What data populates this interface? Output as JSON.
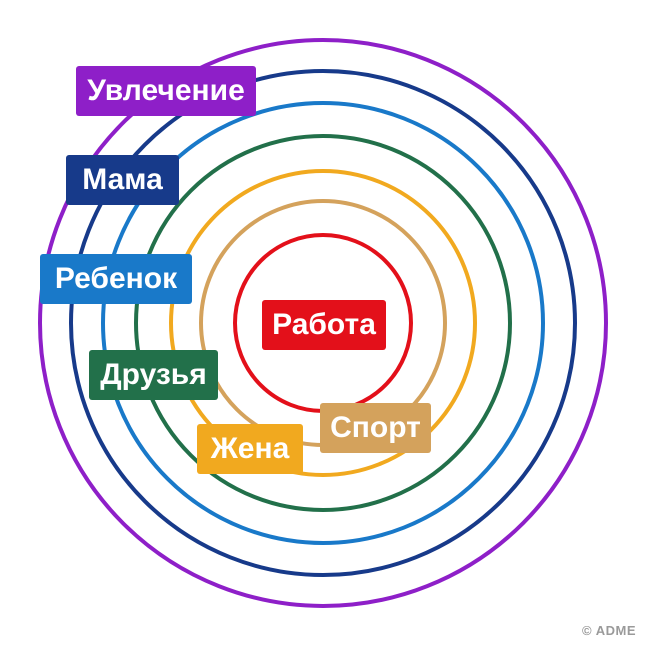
{
  "rings": [
    {
      "name": "ring-hobby",
      "color": "#8e1fc8"
    },
    {
      "name": "ring-mom",
      "color": "#173a8a"
    },
    {
      "name": "ring-child",
      "color": "#1979c9"
    },
    {
      "name": "ring-friends",
      "color": "#22704a"
    },
    {
      "name": "ring-wife",
      "color": "#f1a91f"
    },
    {
      "name": "ring-sport",
      "color": "#d4a25c"
    },
    {
      "name": "ring-work",
      "color": "#e3101a"
    }
  ],
  "labels": {
    "hobby": {
      "text": "Увлечение",
      "color": "#8e1fc8"
    },
    "mom": {
      "text": "Мама",
      "color": "#173a8a"
    },
    "child": {
      "text": "Ребенок",
      "color": "#1979c9"
    },
    "friends": {
      "text": "Друзья",
      "color": "#22704a"
    },
    "wife": {
      "text": "Жена",
      "color": "#f1a91f"
    },
    "sport": {
      "text": "Спорт",
      "color": "#d4a25c"
    },
    "work": {
      "text": "Работа",
      "color": "#e3101a"
    }
  },
  "watermark": "© ADME"
}
